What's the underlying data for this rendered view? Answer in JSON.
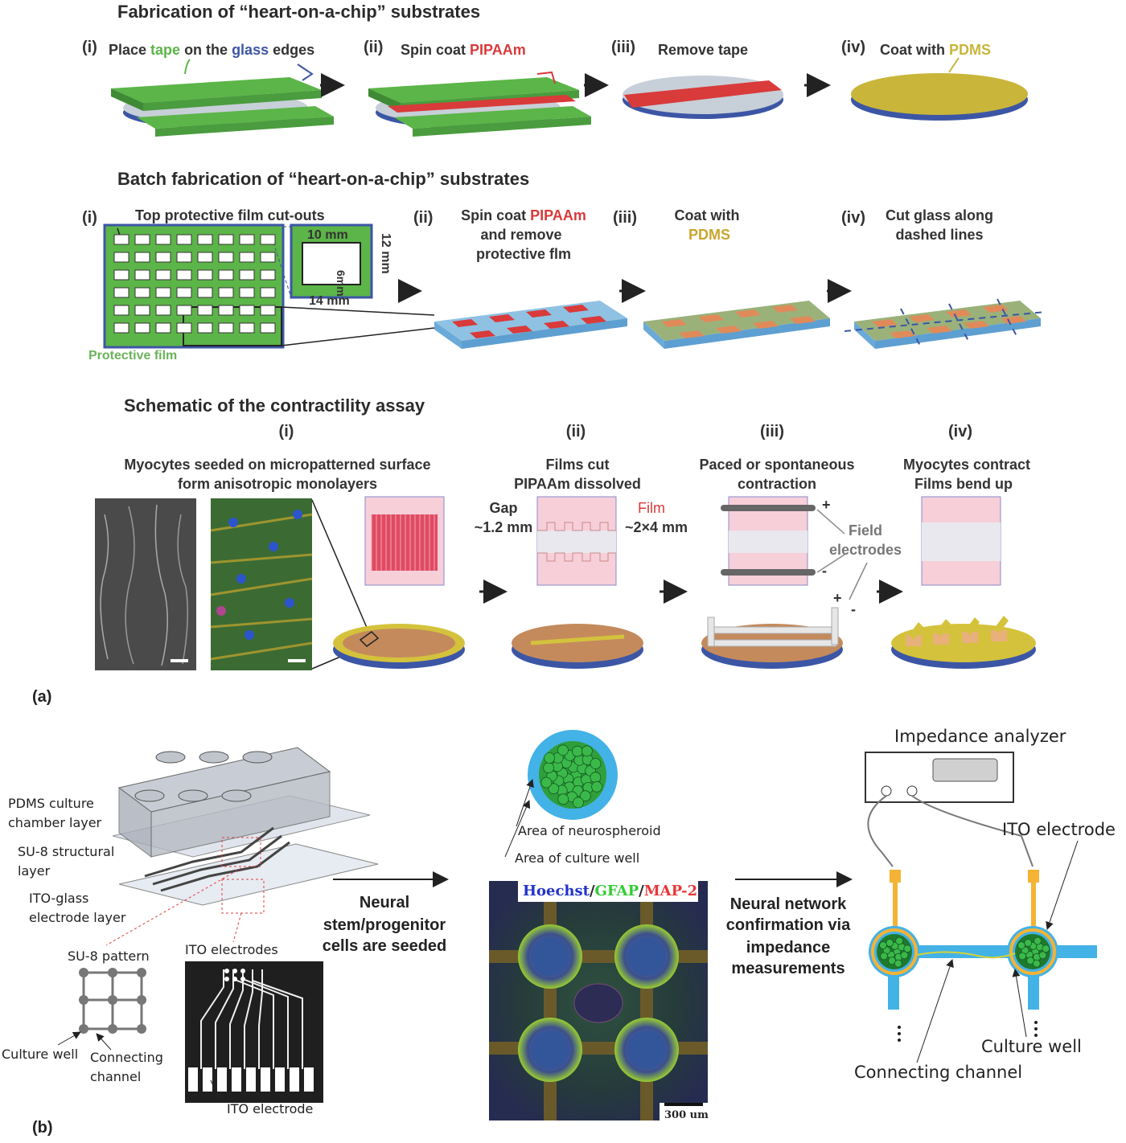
{
  "panel_a": {
    "label": "(a)",
    "row1": {
      "title": "Fabrication of “heart-on-a-chip” substrates",
      "steps": [
        {
          "num": "(i)",
          "parts": [
            "Place ",
            "tape",
            " on the ",
            "glass",
            " edges"
          ]
        },
        {
          "num": "(ii)",
          "parts": [
            "Spin coat ",
            "PIPAAm"
          ]
        },
        {
          "num": "(iii)",
          "text": "Remove tape"
        },
        {
          "num": "(iv)",
          "parts": [
            "Coat with ",
            "PDMS"
          ]
        }
      ]
    },
    "row2": {
      "title": "Batch fabrication of “heart-on-a-chip” substrates",
      "step_i_num": "(i)",
      "cutouts_label": "Top protective film cut-outs",
      "protective_film_label": "Protective film",
      "dim_10": "10 mm",
      "dim_6": "6mm",
      "dim_12": "12 mm",
      "dim_14": "14 mm",
      "step_ii": {
        "num": "(ii)",
        "line1_parts": [
          "Spin coat ",
          "PIPAAm"
        ],
        "line2": "and remove",
        "line3": "protective flm"
      },
      "step_iii": {
        "num": "(iii)",
        "line1": "Coat with",
        "line2": "PDMS"
      },
      "step_iv": {
        "num": "(iv)",
        "line1": "Cut glass along",
        "line2": "dashed lines"
      }
    },
    "row3": {
      "title": "Schematic of the contractility assay",
      "step_i": {
        "num": "(i)",
        "line1": "Myocytes seeded on micropatterned surface",
        "line2": "form anisotropic monolayers"
      },
      "step_ii": {
        "num": "(ii)",
        "line1": "Films cut",
        "line2": "PIPAAm dissolved"
      },
      "step_iii": {
        "num": "(iii)",
        "line1": "Paced or spontaneous",
        "line2": "contraction"
      },
      "step_iv": {
        "num": "(iv)",
        "line1": "Myocytes contract",
        "line2": "Films bend up"
      },
      "gap_line1": "Gap",
      "gap_line2": "~1.2 mm",
      "film_line1": "Film",
      "film_line2": "~2×4 mm",
      "plus": "+",
      "minus": "-",
      "field_line1": "Field",
      "field_line2": "electrodes"
    }
  },
  "panel_b": {
    "label": "(b)",
    "pdms_line1": "PDMS culture",
    "pdms_line2": "chamber layer",
    "su8_line1": "SU-8 structural",
    "su8_line2": "layer",
    "ito_line1": "ITO-glass",
    "ito_line2": "electrode layer",
    "su8_pattern": "SU-8 pattern",
    "ito_electrodes": "ITO electrodes",
    "culture_well": "Culture well",
    "connecting_line1": "Connecting",
    "connecting_line2": "channel",
    "ito_electrode": "ITO electrode",
    "seed_line1": "Neural",
    "seed_line2": "stem/progenitor",
    "seed_line3": "cells are seeded",
    "area_neurospheroid": "Area of neurospheroid",
    "area_culture_well": "Area of culture well",
    "stain_hoechst": "Hoechst",
    "stain_sep": "/",
    "stain_gfap": "GFAP",
    "stain_map2": "MAP-2",
    "scale_bar": "300 um",
    "confirm_line1": "Neural network",
    "confirm_line2": "confirmation via",
    "confirm_line3": "impedance",
    "confirm_line4": "measurements",
    "impedance_analyzer": "Impedance analyzer",
    "ito_electrode_right": "ITO electrode",
    "culture_well_right": "Culture well",
    "connecting_channel_right": "Connecting channel"
  },
  "colors": {
    "tape_green": "#5cb548",
    "glass_blue": "#3c56a5",
    "pipaam_red": "#d93a3a",
    "pdms_yellow": "#c9b53a",
    "slide_blue": "#8fc1e3",
    "film_pink": "#f4c9d2",
    "orange_electrode": "#f5b335",
    "cyan_channel": "#43b2e6",
    "hoechst_blue": "#2233cc",
    "gfap_green": "#33cc33",
    "map2_red": "#e8373a"
  }
}
